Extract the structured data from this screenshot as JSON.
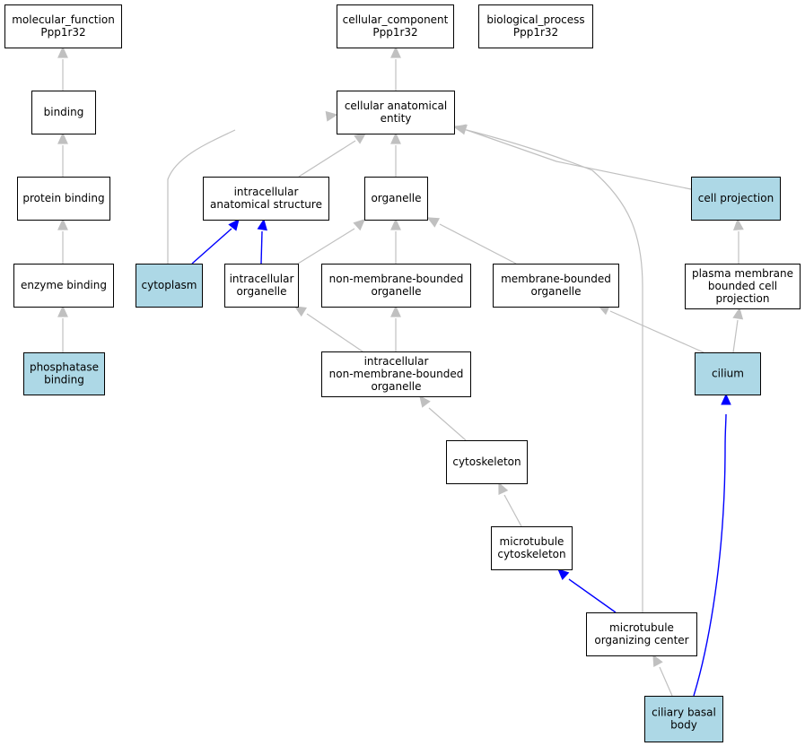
{
  "colors": {
    "highlight_fill": "#add8e6",
    "default_fill": "#ffffff",
    "gray_edge": "#c0c0c0",
    "blue_edge": "#0000ff"
  },
  "nodes": [
    {
      "id": "molecular_function",
      "lines": [
        "molecular_function",
        "Ppp1r32"
      ],
      "highlight": false
    },
    {
      "id": "cellular_component",
      "lines": [
        "cellular_component",
        "Ppp1r32"
      ],
      "highlight": false
    },
    {
      "id": "biological_process",
      "lines": [
        "biological_process",
        "Ppp1r32"
      ],
      "highlight": false
    },
    {
      "id": "binding",
      "lines": [
        "binding"
      ],
      "highlight": false
    },
    {
      "id": "cellular_anatomical_entity",
      "lines": [
        "cellular anatomical",
        "entity"
      ],
      "highlight": false
    },
    {
      "id": "protein_binding",
      "lines": [
        "protein binding"
      ],
      "highlight": false
    },
    {
      "id": "intracellular_anatomical_structure",
      "lines": [
        "intracellular",
        "anatomical structure"
      ],
      "highlight": false
    },
    {
      "id": "organelle",
      "lines": [
        "organelle"
      ],
      "highlight": false
    },
    {
      "id": "cell_projection",
      "lines": [
        "cell projection"
      ],
      "highlight": true
    },
    {
      "id": "enzyme_binding",
      "lines": [
        "enzyme binding"
      ],
      "highlight": false
    },
    {
      "id": "cytoplasm",
      "lines": [
        "cytoplasm"
      ],
      "highlight": true
    },
    {
      "id": "intracellular_organelle",
      "lines": [
        "intracellular",
        "organelle"
      ],
      "highlight": false
    },
    {
      "id": "non_membrane_bounded_organelle",
      "lines": [
        "non-membrane-bounded",
        "organelle"
      ],
      "highlight": false
    },
    {
      "id": "membrane_bounded_organelle",
      "lines": [
        "membrane-bounded",
        "organelle"
      ],
      "highlight": false
    },
    {
      "id": "plasma_membrane_bounded_cell_projection",
      "lines": [
        "plasma membrane",
        "bounded cell",
        "projection"
      ],
      "highlight": false
    },
    {
      "id": "phosphatase_binding",
      "lines": [
        "phosphatase",
        "binding"
      ],
      "highlight": true
    },
    {
      "id": "intracellular_non_membrane_bounded_organelle",
      "lines": [
        "intracellular",
        "non-membrane-bounded",
        "organelle"
      ],
      "highlight": false
    },
    {
      "id": "cilium",
      "lines": [
        "cilium"
      ],
      "highlight": true
    },
    {
      "id": "cytoskeleton",
      "lines": [
        "cytoskeleton"
      ],
      "highlight": false
    },
    {
      "id": "microtubule_cytoskeleton",
      "lines": [
        "microtubule",
        "cytoskeleton"
      ],
      "highlight": false
    },
    {
      "id": "microtubule_organizing_center",
      "lines": [
        "microtubule",
        "organizing center"
      ],
      "highlight": false
    },
    {
      "id": "ciliary_basal_body",
      "lines": [
        "ciliary basal",
        "body"
      ],
      "highlight": true
    }
  ],
  "edges": [
    {
      "from": "binding",
      "to": "molecular_function",
      "type": "is_a"
    },
    {
      "from": "protein_binding",
      "to": "binding",
      "type": "is_a"
    },
    {
      "from": "enzyme_binding",
      "to": "protein_binding",
      "type": "is_a"
    },
    {
      "from": "phosphatase_binding",
      "to": "enzyme_binding",
      "type": "is_a"
    },
    {
      "from": "cellular_anatomical_entity",
      "to": "cellular_component",
      "type": "is_a"
    },
    {
      "from": "intracellular_anatomical_structure",
      "to": "cellular_anatomical_entity",
      "type": "is_a"
    },
    {
      "from": "organelle",
      "to": "cellular_anatomical_entity",
      "type": "is_a"
    },
    {
      "from": "cell_projection",
      "to": "cellular_anatomical_entity",
      "type": "is_a"
    },
    {
      "from": "cytoplasm",
      "to": "cellular_anatomical_entity",
      "type": "is_a"
    },
    {
      "from": "microtubule_organizing_center",
      "to": "cellular_anatomical_entity",
      "type": "is_a"
    },
    {
      "from": "cytoplasm",
      "to": "intracellular_anatomical_structure",
      "type": "part_of"
    },
    {
      "from": "intracellular_organelle",
      "to": "intracellular_anatomical_structure",
      "type": "part_of"
    },
    {
      "from": "intracellular_organelle",
      "to": "organelle",
      "type": "is_a"
    },
    {
      "from": "non_membrane_bounded_organelle",
      "to": "organelle",
      "type": "is_a"
    },
    {
      "from": "membrane_bounded_organelle",
      "to": "organelle",
      "type": "is_a"
    },
    {
      "from": "plasma_membrane_bounded_cell_projection",
      "to": "cell_projection",
      "type": "is_a"
    },
    {
      "from": "intracellular_non_membrane_bounded_organelle",
      "to": "intracellular_organelle",
      "type": "is_a"
    },
    {
      "from": "intracellular_non_membrane_bounded_organelle",
      "to": "non_membrane_bounded_organelle",
      "type": "is_a"
    },
    {
      "from": "cilium",
      "to": "membrane_bounded_organelle",
      "type": "is_a"
    },
    {
      "from": "cilium",
      "to": "plasma_membrane_bounded_cell_projection",
      "type": "is_a"
    },
    {
      "from": "cytoskeleton",
      "to": "intracellular_non_membrane_bounded_organelle",
      "type": "is_a"
    },
    {
      "from": "microtubule_cytoskeleton",
      "to": "cytoskeleton",
      "type": "is_a"
    },
    {
      "from": "microtubule_organizing_center",
      "to": "microtubule_cytoskeleton",
      "type": "part_of"
    },
    {
      "from": "ciliary_basal_body",
      "to": "microtubule_organizing_center",
      "type": "is_a"
    },
    {
      "from": "ciliary_basal_body",
      "to": "cilium",
      "type": "part_of"
    }
  ]
}
